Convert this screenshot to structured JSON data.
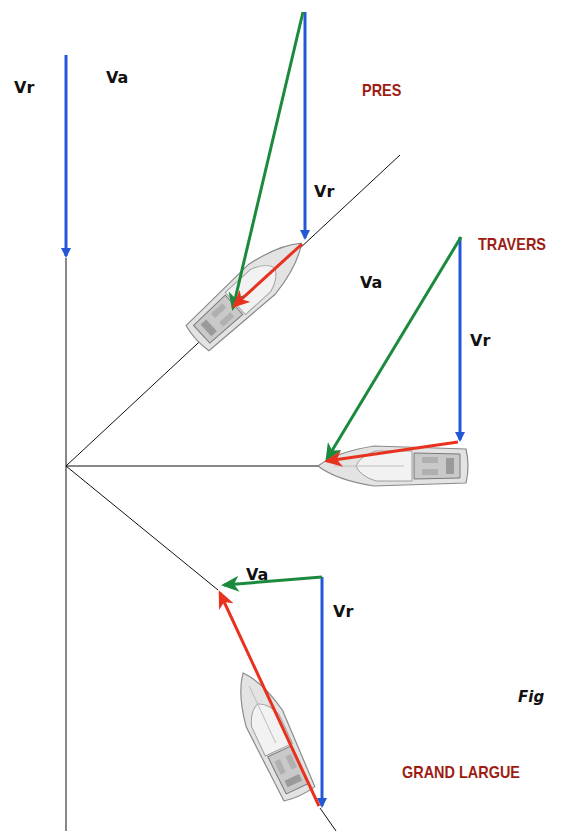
{
  "diagram": {
    "labels": [
      "Vr",
      "Va",
      "PRES",
      "Vr",
      "TRAVERS",
      "Va",
      "Vr",
      "Fig",
      "Va",
      "Vr",
      "GRAND LARGUE"
    ]
  }
}
